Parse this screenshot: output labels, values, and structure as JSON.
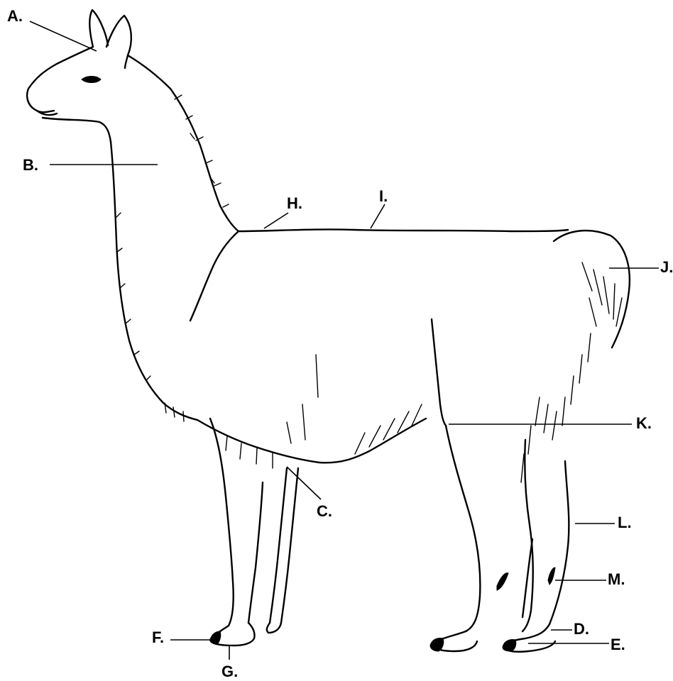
{
  "labels": {
    "A": "A.",
    "B": "B.",
    "C": "C.",
    "D": "D.",
    "E": "E.",
    "F": "F.",
    "G": "G.",
    "H": "H.",
    "I": "I.",
    "J": "J.",
    "K": "K.",
    "L": "L.",
    "M": "M."
  },
  "figure": {
    "subject": "llama-outline-icon"
  }
}
